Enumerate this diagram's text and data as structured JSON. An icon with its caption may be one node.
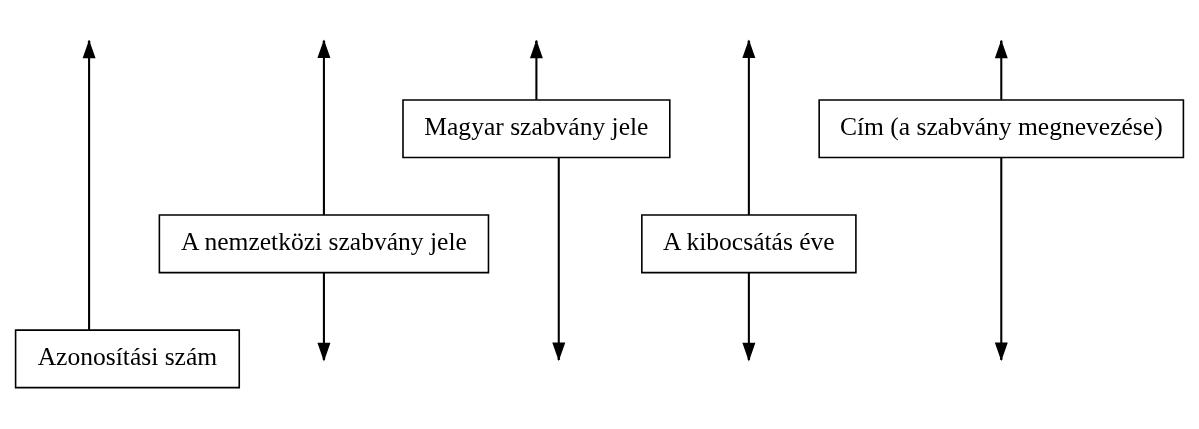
{
  "diagram": {
    "nodes": [
      {
        "text": [
          "Magyar szabvány jele"
        ]
      },
      {
        "text": [
          "A nemzetközi szabvány jele"
        ]
      },
      {
        "text": [
          "Azonosítási szám"
        ]
      },
      {
        "text": [
          "A kibocsátás éve"
        ]
      },
      {
        "text": [
          "Cím (a szabvány megnevezése)"
        ]
      }
    ],
    "edges": [
      {
        "from": 0,
        "to": null,
        "arrow": "to"
      },
      {
        "from": 0,
        "to": null,
        "arrow": "to"
      },
      {
        "from": 1,
        "to": null,
        "arrow": "to"
      },
      {
        "from": 1,
        "to": null,
        "arrow": "to"
      },
      {
        "from": 2,
        "to": null,
        "arrow": "to"
      },
      {
        "from": 3,
        "to": null,
        "arrow": "to"
      },
      {
        "from": 3,
        "to": null,
        "arrow": "to"
      },
      {
        "from": 4,
        "to": null,
        "arrow": "to"
      },
      {
        "from": 4,
        "to": null,
        "arrow": "to"
      }
    ]
  }
}
